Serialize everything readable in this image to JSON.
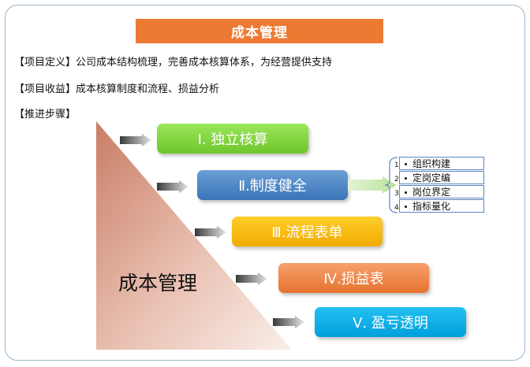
{
  "title": "成本管理",
  "definition_label": "【项目定义】",
  "definition_text": "公司成本结构梳理，完善成本核算体系，为经营提供支持",
  "benefit_label": "【项目收益】",
  "benefit_text": "成本核算制度和流程、损益分析",
  "steps_label": "【推进步骤】",
  "triangle_label": "成本管理",
  "steps": [
    {
      "label": "Ⅰ. 独立核算"
    },
    {
      "label": "Ⅱ.制度健全"
    },
    {
      "label": "Ⅲ.流程表单"
    },
    {
      "label": "Ⅳ.损益表"
    },
    {
      "label": "Ⅴ. 盈亏透明"
    }
  ],
  "sub_items": [
    {
      "num": "1",
      "label": "组织构建"
    },
    {
      "num": "2",
      "label": "定岗定编"
    },
    {
      "num": "3",
      "label": "岗位界定"
    },
    {
      "num": "4",
      "label": "指标量化"
    }
  ],
  "colors": {
    "title_bg": "#ec7a32",
    "step1": "#7fd23a",
    "step2": "#4a84c4",
    "step3": "#f8bb10",
    "step4": "#ee8a4d",
    "step5": "#10b0e8"
  }
}
